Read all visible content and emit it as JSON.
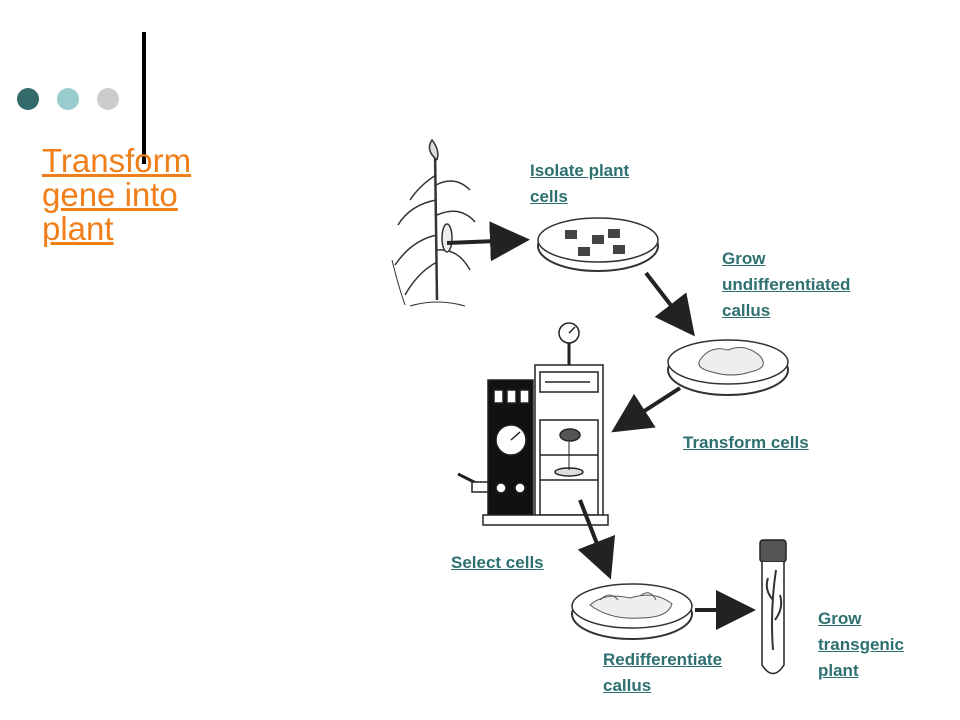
{
  "slide": {
    "title": "Transform gene into plant",
    "dots": [
      "#336b6b",
      "#99cccc",
      "#cccccc"
    ],
    "accent_title": "#f07f1a",
    "accent_label": "#2e7070"
  },
  "steps": {
    "isolate": "Isolate plant\ncells",
    "grow_callus": "Grow\nundifferentiated\ncallus",
    "transform": "Transform cells",
    "select": "Select cells",
    "redifferentiate": "Redifferentiate\ncallus",
    "grow_plant": "Grow\ntransgenic\nplant"
  }
}
